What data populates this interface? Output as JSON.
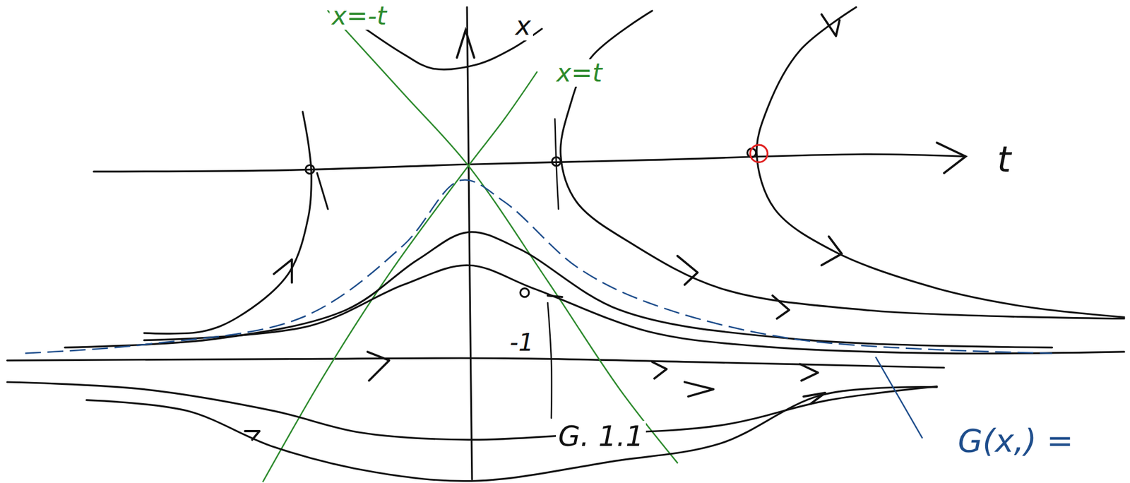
{
  "diagram": {
    "labels": [
      "x=-t",
      "x=t",
      "x",
      "t",
      "-1",
      "G. 1.1",
      "G(x,) ="
    ]
  }
}
